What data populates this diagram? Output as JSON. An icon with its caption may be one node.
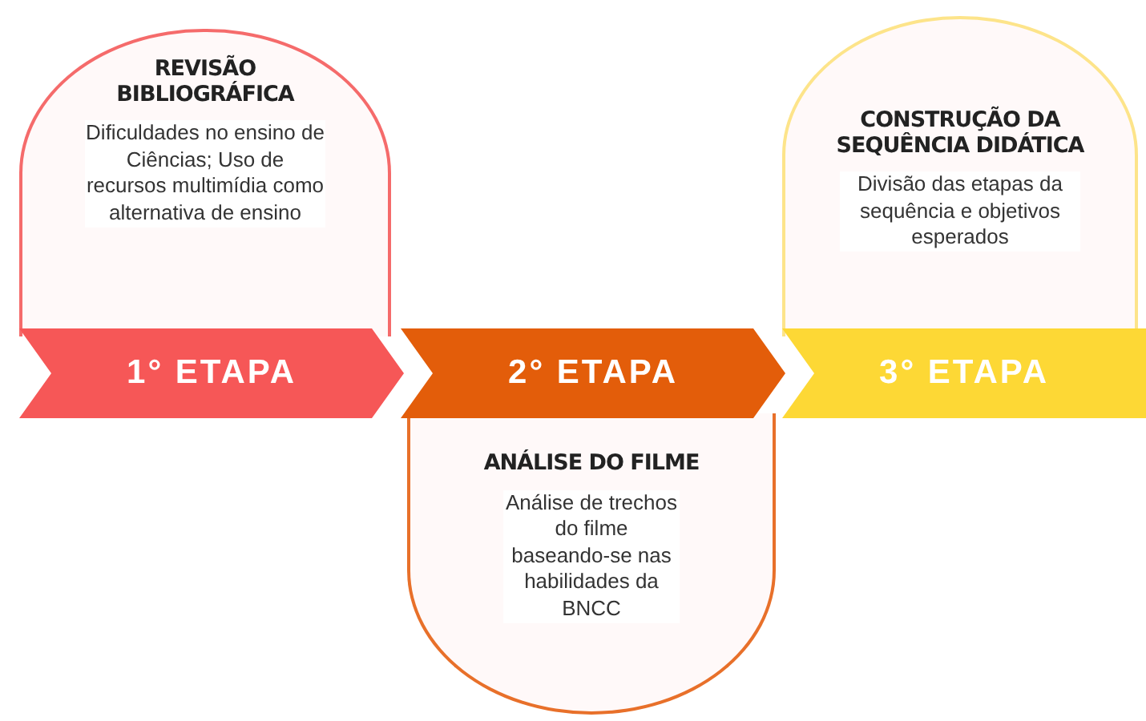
{
  "diagram": {
    "nodes": [
      {
        "text": [
          "REVISÃO BIBLIOGRÁFICA",
          "Dificuldades no ensino de Ciências; Uso de recursos multimídia como alternativa de ensino"
        ]
      },
      {
        "text": [
          "1° ETAPA"
        ]
      },
      {
        "text": [
          "2° ETAPA"
        ]
      },
      {
        "text": [
          "ANÁLISE DO FILME",
          "Análise de trechos do filme baseando-se nas habilidades da BNCC"
        ]
      },
      {
        "text": [
          "CONSTRUÇÃO DA SEQUÊNCIA DIDÁTICA",
          "Divisão das etapas da sequência e objetivos esperados"
        ]
      },
      {
        "text": [
          "3° ETAPA"
        ]
      }
    ]
  }
}
